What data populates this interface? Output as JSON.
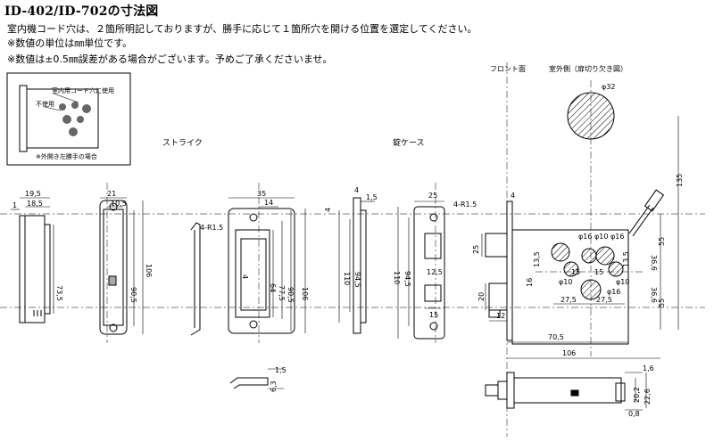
{
  "title": "ID-402/ID-702の寸法図",
  "notes": [
    "室内機コード穴は、２箇所明記しておりますが、勝手に応じて１箇所穴を開ける位置を選定してください。",
    "※数値の単位は㎜単位です。",
    "※数値は±0.5㎜誤差がある場合がございます。予めご了承くださいませ。"
  ],
  "inset": {
    "cord_label": "室内用コード穴に使用",
    "unused_label": "不使用",
    "caption": "※外開き左勝手の場合"
  },
  "section_labels": {
    "strike": "ストライク",
    "lock_case": "錠ケース",
    "front": "フロント面",
    "outdoor": "室外側（扉切り欠き図）"
  },
  "dims": {
    "d19_5": "19,5",
    "d18_5": "18,5",
    "d1": "1",
    "d73_5": "73,5",
    "d21": "21",
    "d10_5": "10,5",
    "d106a": "106",
    "d90_5a": "90,5",
    "r15a": "4-R1.5",
    "d35": "35",
    "d14": "14",
    "d64": "64",
    "d77_5": "77,5",
    "d90_5b": "90,5",
    "d106b": "106",
    "d4a": "4",
    "d4b": "4",
    "d1_5a": "1,5",
    "d110a": "110",
    "d94_5a": "94,5",
    "d25a": "25",
    "r15b": "4-R1.5",
    "d110b": "110",
    "d94_5b": "94,5",
    "d12_5": "12,5",
    "d15a": "15",
    "d4c": "4",
    "d25b": "25",
    "d20": "20",
    "d12": "12",
    "phi32": "φ32",
    "d135": "135",
    "d55a": "55",
    "d36_6a": "36,6",
    "d36_6b": "36,6",
    "d55b": "55",
    "d13_5a": "13,5",
    "d13_5b": "13,5",
    "d16": "16",
    "phi16a": "φ16",
    "phi10a": "φ10",
    "phi16b": "φ16",
    "d15b": "15",
    "d15c": "15",
    "phi10b": "φ10",
    "phi10c": "φ10",
    "phi16c": "φ16",
    "d27_5a": "27,5",
    "d27_5b": "27,5",
    "d70_5": "70,5",
    "d106c": "106",
    "d1_5b": "1,5",
    "d6_3": "6,3",
    "d1_6": "1,6",
    "d20_2": "20,2",
    "d22_6": "22,6",
    "d0_8": "0,8"
  }
}
